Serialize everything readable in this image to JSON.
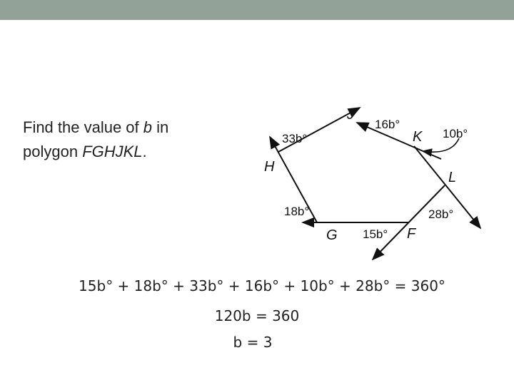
{
  "slide": {
    "prompt": {
      "line1_text": "Find the value of ",
      "line1_var": "b",
      "line1_end": " in",
      "line2_text": "polygon ",
      "line2_name": "FGHJKL",
      "line2_end": "."
    },
    "figure": {
      "vertices": {
        "J": "J",
        "K": "K",
        "L": "L",
        "F": "F",
        "G": "G",
        "H": "H"
      },
      "angles": {
        "H": "33b°",
        "J": "16b°",
        "K": "10b°",
        "L": "28b°",
        "F": "15b°",
        "G": "18b°"
      }
    },
    "equations": {
      "line1": "15b° + 18b° + 33b° + 16b° + 10b° + 28b° = 360°",
      "line2": "120b = 360",
      "line3": "b = 3"
    }
  },
  "colors": {
    "top_bar": "#93a299",
    "text": "#222222"
  }
}
